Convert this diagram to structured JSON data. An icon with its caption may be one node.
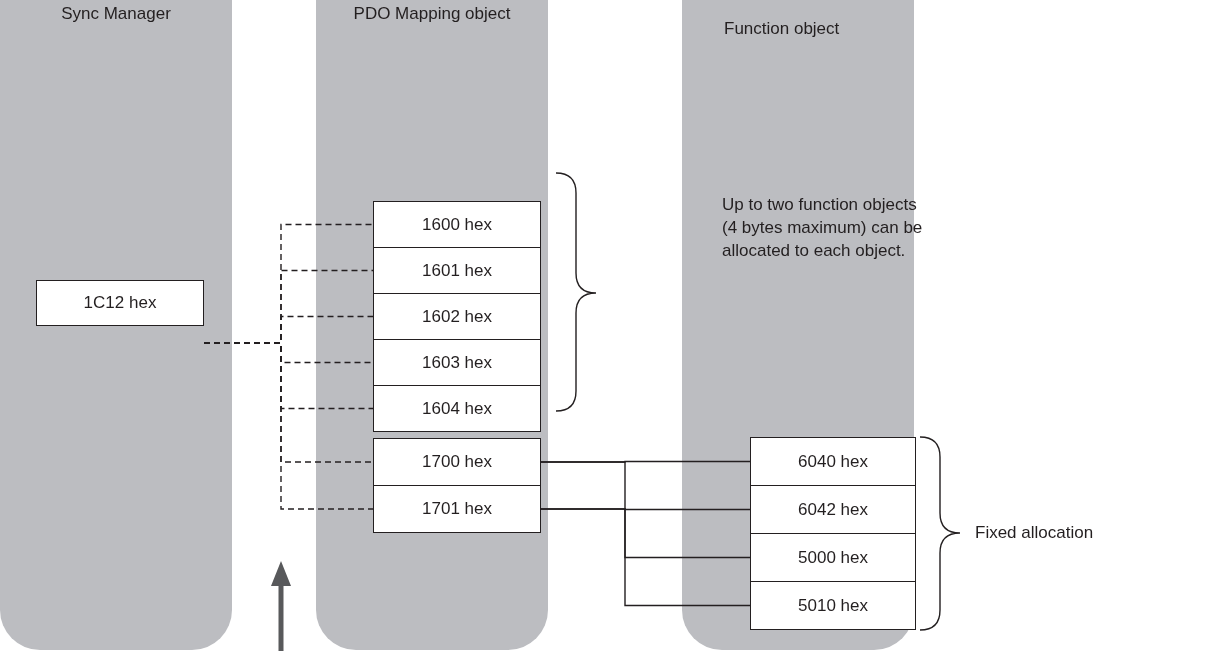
{
  "diagram": {
    "nodes": [
      {
        "text": [
          "Sync Manager"
        ]
      },
      {
        "text": [
          "1C12 hex"
        ],
        "in": 0
      },
      {
        "text": [
          "PDO Mapping object"
        ]
      },
      {
        "text": [
          "1600 hex"
        ],
        "in": 2
      },
      {
        "text": [
          "1601 hex"
        ],
        "in": 2
      },
      {
        "text": [
          "1602 hex"
        ],
        "in": 2
      },
      {
        "text": [
          "1603 hex"
        ],
        "in": 2
      },
      {
        "text": [
          "1604 hex"
        ],
        "in": 2
      },
      {
        "text": [
          "1700 hex"
        ],
        "in": 2
      },
      {
        "text": [
          "1701 hex"
        ],
        "in": 2
      },
      {
        "text": [
          "Function object",
          "Up to two function objects (4 bytes maximum) can be allocated to each object."
        ]
      },
      {
        "text": [
          "6040 hex"
        ],
        "in": 10
      },
      {
        "text": [
          "6042 hex"
        ],
        "in": 10
      },
      {
        "text": [
          "5000 hex"
        ],
        "in": 10
      },
      {
        "text": [
          "5010 hex"
        ],
        "in": 10
      }
    ],
    "edges": [
      {
        "from": 1,
        "to": 3,
        "arrow": "none",
        "style": "dashed"
      },
      {
        "from": 1,
        "to": 4,
        "arrow": "none",
        "style": "dashed"
      },
      {
        "from": 1,
        "to": 5,
        "arrow": "none",
        "style": "dashed"
      },
      {
        "from": 1,
        "to": 6,
        "arrow": "none",
        "style": "dashed"
      },
      {
        "from": 1,
        "to": 7,
        "arrow": "none",
        "style": "dashed"
      },
      {
        "from": 1,
        "to": 8,
        "arrow": "none",
        "style": "dashed"
      },
      {
        "from": 1,
        "to": 9,
        "arrow": "none",
        "style": "dashed"
      },
      {
        "from": 8,
        "to": 11,
        "arrow": "none"
      },
      {
        "from": 8,
        "to": 12,
        "arrow": "none"
      },
      {
        "from": 9,
        "to": 13,
        "arrow": "none"
      },
      {
        "from": 9,
        "to": 14,
        "arrow": "none"
      }
    ],
    "labels": [
      "Fixed allocation"
    ]
  }
}
